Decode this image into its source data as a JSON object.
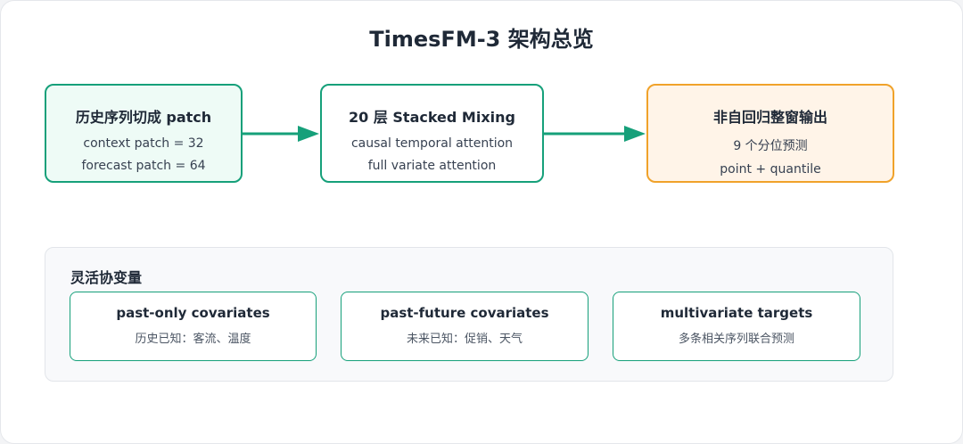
{
  "title": "TimesFM-3 架构总览",
  "colors": {
    "accent": "#16a07a",
    "output_accent": "#f0a22a"
  },
  "pipeline": [
    {
      "title": "历史序列切成 patch",
      "lines": [
        "context patch = 32",
        "forecast patch = 64"
      ]
    },
    {
      "title": "20 层 Stacked Mixing",
      "lines": [
        "causal temporal attention",
        "full variate attention"
      ]
    },
    {
      "title": "非自回归整窗输出",
      "lines": [
        "9 个分位预测",
        "point + quantile"
      ]
    }
  ],
  "covariates": {
    "title": "灵活协变量",
    "items": [
      {
        "title": "past-only covariates",
        "subtitle": "历史已知：客流、温度"
      },
      {
        "title": "past-future covariates",
        "subtitle": "未来已知：促销、天气"
      },
      {
        "title": "multivariate targets",
        "subtitle": "多条相关序列联合预测"
      }
    ]
  }
}
